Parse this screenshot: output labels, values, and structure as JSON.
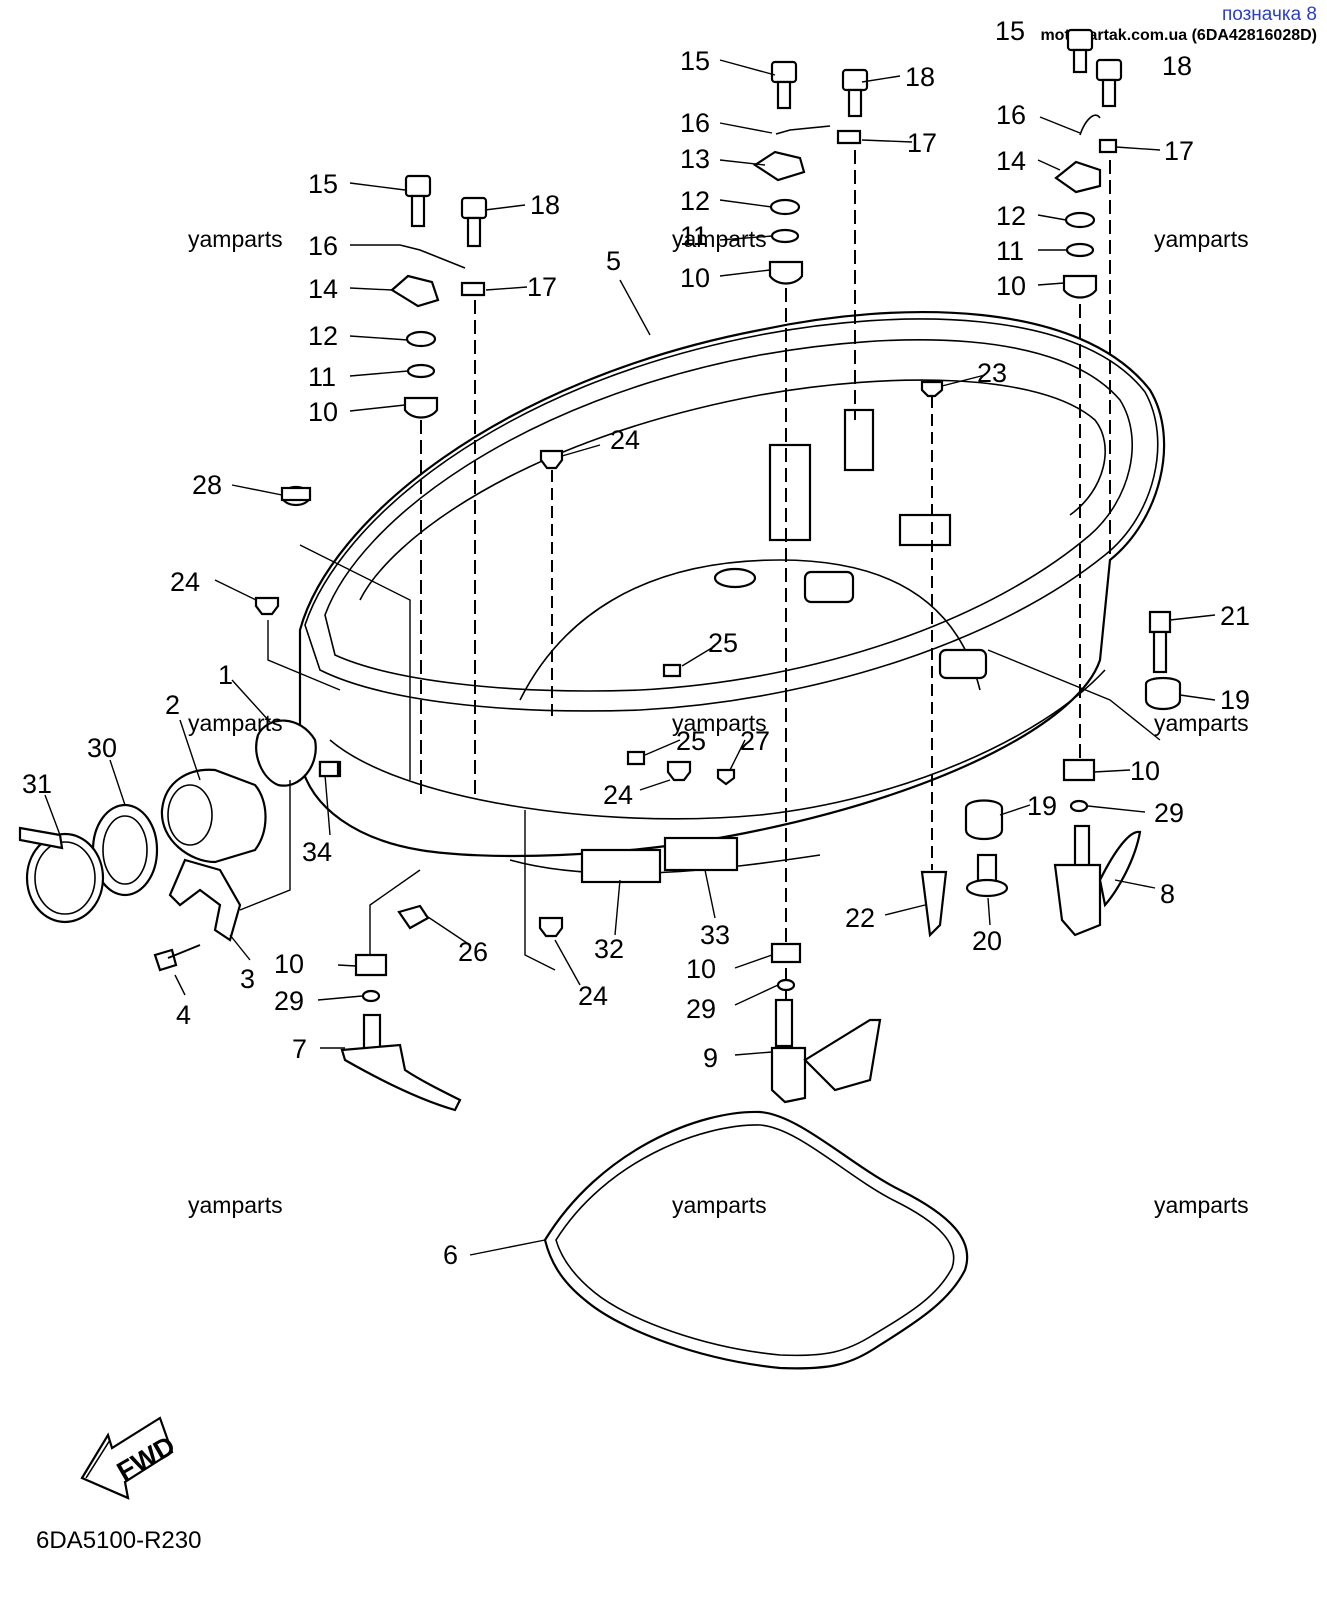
{
  "header": {
    "title": "позначка 8",
    "source": "motovartak.com.ua (6DA42816028D)"
  },
  "diagram_code": "6DA5100-R230",
  "fwd_label": "FWD",
  "watermarks": [
    "yamparts",
    "yamparts",
    "yamparts",
    "yamparts",
    "yamparts",
    "yamparts",
    "yamparts",
    "yamparts",
    "yamparts"
  ],
  "callouts": [
    "15",
    "18",
    "16",
    "17",
    "13",
    "12",
    "11",
    "10",
    "15",
    "18",
    "16",
    "17",
    "14",
    "12",
    "11",
    "10",
    "15",
    "18",
    "16",
    "17",
    "14",
    "12",
    "11",
    "10",
    "5",
    "23",
    "24",
    "28",
    "24",
    "25",
    "21",
    "19",
    "1",
    "2",
    "30",
    "31",
    "25",
    "27",
    "24",
    "10",
    "19",
    "29",
    "34",
    "8",
    "22",
    "20",
    "3",
    "4",
    "26",
    "32",
    "33",
    "10",
    "29",
    "24",
    "10",
    "29",
    "7",
    "9",
    "6"
  ]
}
